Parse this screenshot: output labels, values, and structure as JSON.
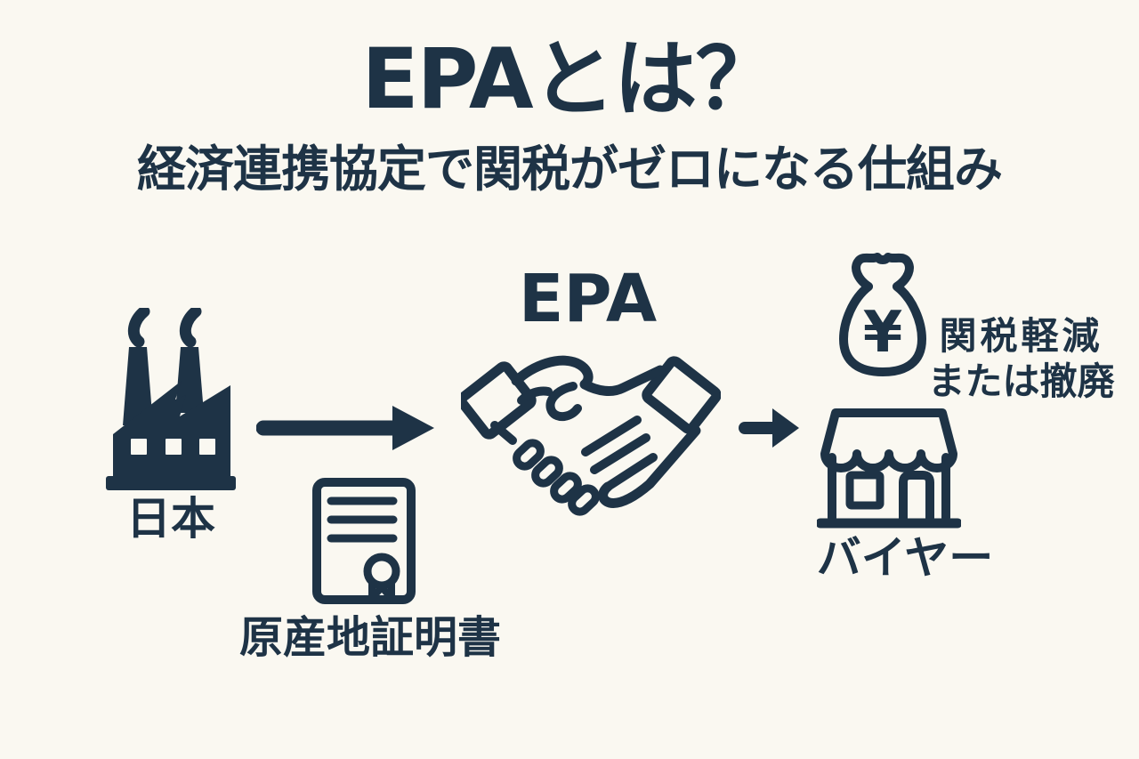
{
  "colors": {
    "background": "#faf8f1",
    "ink": "#1e3346"
  },
  "header": {
    "title": "EPAとは？",
    "subtitle": "経済連携協定で関税がゼロになる仕組み"
  },
  "flow": {
    "japan": {
      "label": "日本",
      "icon": "factory-icon"
    },
    "certificate": {
      "label": "原産地証明書",
      "icon": "certificate-icon"
    },
    "epa": {
      "label": "EPA",
      "icon": "handshake-icon"
    },
    "benefit": {
      "line1": "関税軽減",
      "line2": "または撤廃",
      "icon": "money-bag-icon",
      "currency": "¥"
    },
    "buyer": {
      "label": "バイヤー",
      "icon": "storefront-icon"
    },
    "arrows": [
      "japan-to-epa",
      "epa-to-buyer"
    ]
  }
}
